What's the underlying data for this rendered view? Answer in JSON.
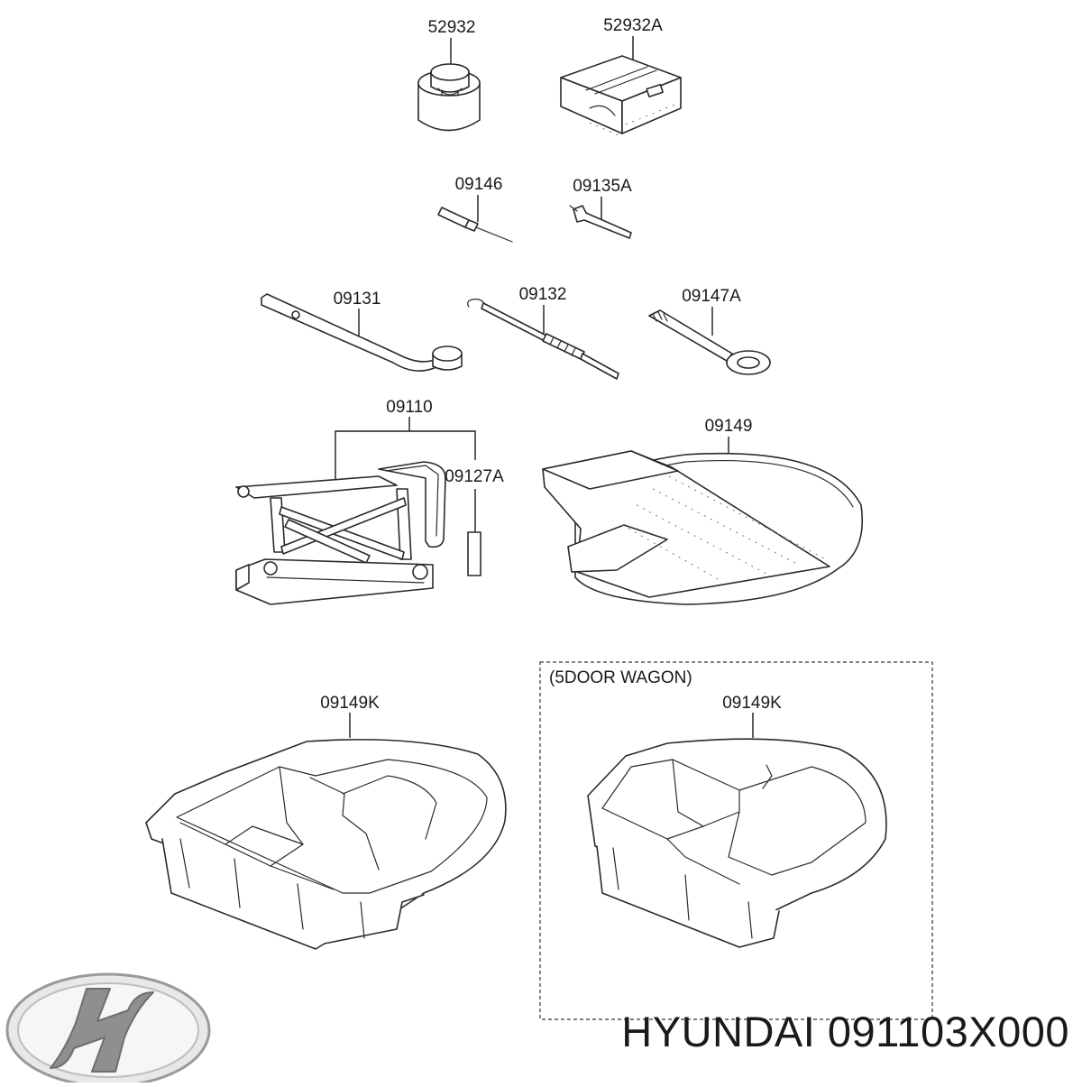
{
  "diagram": {
    "parts": [
      {
        "id": "label-52932",
        "label": "52932"
      },
      {
        "id": "label-52932a",
        "label": "52932A"
      },
      {
        "id": "label-09146",
        "label": "09146"
      },
      {
        "id": "label-09135a",
        "label": "09135A"
      },
      {
        "id": "label-09131",
        "label": "09131"
      },
      {
        "id": "label-09132",
        "label": "09132"
      },
      {
        "id": "label-09147a",
        "label": "09147A"
      },
      {
        "id": "label-09110",
        "label": "09110"
      },
      {
        "id": "label-09127a",
        "label": "09127A"
      },
      {
        "id": "label-09149",
        "label": "09149"
      },
      {
        "id": "label-09149k-left",
        "label": "09149K"
      },
      {
        "id": "label-09149k-right",
        "label": "09149K"
      }
    ],
    "wagon_box_label": "(5DOOR WAGON)"
  },
  "footer": {
    "brand_text": "HYUNDAI 091103X000",
    "logo_icon": "hyundai-logo-icon"
  }
}
